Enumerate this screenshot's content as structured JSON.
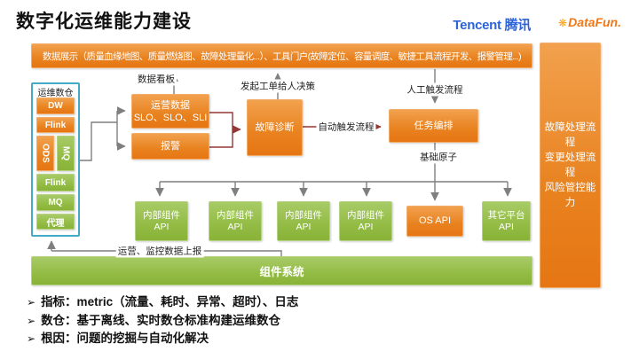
{
  "colors": {
    "orange": "#E8821F",
    "green": "#93BC45",
    "cyan_border": "#45A8C4",
    "red_connector": "#953735",
    "gray_connector": "#7F7F7F",
    "tencent_blue": "#2B63D9",
    "datafun_orange": "#F07818"
  },
  "header": {
    "title": "数字化运维能力建设",
    "tencent_en": "Tencent",
    "tencent_cn": "腾讯",
    "datafun": "DataFun.",
    "datafun_icon_glyph": "❋"
  },
  "banner": {
    "text": "数据展示（质量血缘地图、质量燃烧图、故障处理量化...）、工具门户(故障定位、容量调度、敏捷工具流程开发、报警管理...)"
  },
  "side_bar": {
    "lines": [
      "故障处理流程",
      "变更处理流程",
      "风险管控能力"
    ]
  },
  "warehouse": {
    "title": "运维数仓",
    "dw": "DW",
    "flink_top": "Flink",
    "ods": "ODS",
    "mq_right": "MQ",
    "flink_bottom": "Flink",
    "mq_bottom": "MQ",
    "proxy": "代理"
  },
  "flow": {
    "ops_box_line1": "运营数据",
    "ops_box_line2": "SLO、SLO、SLI",
    "alarm_box": "报警",
    "diagnosis_box": "故障诊断",
    "orchestration_box": "任务编排",
    "label_dashboard": "数据看板",
    "label_ticket": "发起工单给人决策",
    "label_manual": "人工触发流程",
    "label_auto": "自动触发流程",
    "label_atoms": "基础原子",
    "label_report": "运营、监控数据上报"
  },
  "api_row": [
    {
      "line1": "内部组件",
      "line2": "API"
    },
    {
      "line1": "内部组件",
      "line2": "API"
    },
    {
      "line1": "内部组件",
      "line2": "API"
    },
    {
      "line1": "内部组件",
      "line2": "API"
    },
    {
      "line1": "OS API"
    },
    {
      "line1": "其它平台",
      "line2": "API"
    }
  ],
  "component_bar": {
    "label": "组件系统"
  },
  "bullets": {
    "marker": "➢",
    "items": [
      "指标：metric（流量、耗时、异常、超时）、日志",
      "数仓：基于离线、实时数仓标准构建运维数仓",
      "根因：问题的挖掘与自动化解决"
    ]
  }
}
